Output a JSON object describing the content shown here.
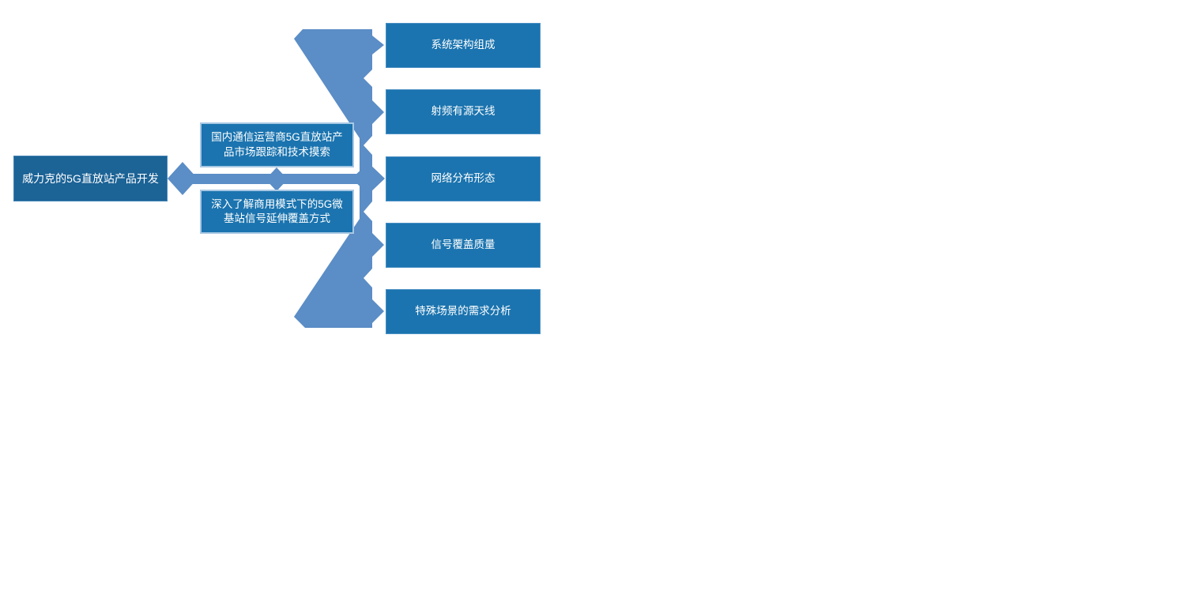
{
  "diagram": {
    "type": "smartart-hierarchy-funnel",
    "root": {
      "label": "威力克的5G直放站产品开发"
    },
    "level2": [
      {
        "label": "国内通信运营商5G直放站产品市场跟踪和技术摸索"
      },
      {
        "label": "深入了解商用模式下的5G微基站信号延伸覆盖方式"
      }
    ],
    "level3": [
      {
        "label": "系统架构组成"
      },
      {
        "label": "射频有源天线"
      },
      {
        "label": "网络分布形态"
      },
      {
        "label": "信号覆盖质量"
      },
      {
        "label": "特殊场景的需求分析"
      }
    ],
    "colors": {
      "root_fill": "#1C6396",
      "node_fill": "#1B74AF",
      "node_border": "#A8C8E4",
      "connector": "#5B8DC6",
      "text": "#FFFFFF",
      "background": "#FFFFFF"
    }
  }
}
